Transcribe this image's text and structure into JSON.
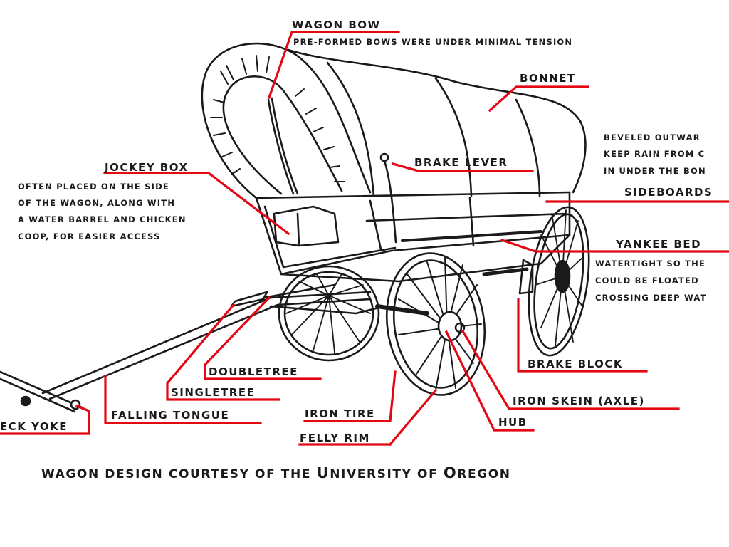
{
  "diagram": {
    "subject": "Covered wagon (prairie schooner) parts",
    "accent_color": "#e30613",
    "ink_color": "#1a1a1a",
    "labels": [
      {
        "id": "wagon-bow",
        "title": "WAGON BOW",
        "description": [
          "PRE-FORMED BOWS WERE UNDER MINIMAL TENSION"
        ]
      },
      {
        "id": "bonnet",
        "title": "BONNET",
        "description": []
      },
      {
        "id": "brake-lever",
        "title": "BRAKE LEVER",
        "description": []
      },
      {
        "id": "sideboards",
        "title": "SIDEBOARDS",
        "description": [
          "BEVELED OUTWAR",
          "KEEP RAIN FROM C",
          "IN UNDER THE BON"
        ]
      },
      {
        "id": "jockey-box",
        "title": "JOCKEY BOX",
        "description": [
          "OFTEN PLACED ON THE SIDE",
          "OF THE WAGON, ALONG WITH",
          "A WATER BARREL AND CHICKEN",
          "COOP, FOR EASIER ACCESS"
        ]
      },
      {
        "id": "yankee-bed",
        "title": "YANKEE BED",
        "description": [
          "WATERTIGHT SO THE",
          "COULD BE FLOATED",
          "CROSSING DEEP WAT"
        ]
      },
      {
        "id": "brake-block",
        "title": "BRAKE BLOCK",
        "description": []
      },
      {
        "id": "doubletree",
        "title": "DOUBLETREE",
        "description": []
      },
      {
        "id": "singletree",
        "title": "SINGLETREE",
        "description": []
      },
      {
        "id": "iron-skein",
        "title": "IRON SKEIN (AXLE)",
        "description": []
      },
      {
        "id": "falling-tongue",
        "title": "FALLING TONGUE",
        "description": []
      },
      {
        "id": "iron-tire",
        "title": "IRON TIRE",
        "description": []
      },
      {
        "id": "hub",
        "title": "HUB",
        "description": []
      },
      {
        "id": "neck-yoke",
        "title": "ECK YOKE",
        "description": []
      },
      {
        "id": "felly-rim",
        "title": "FELLY RIM",
        "description": []
      }
    ],
    "credit": {
      "prefix": "WAGON DESIGN COURTESY OF THE ",
      "u_initial": "U",
      "u_rest": "NIVERSITY",
      "middle": " OF ",
      "o_initial": "O",
      "o_rest": "REGON"
    }
  }
}
